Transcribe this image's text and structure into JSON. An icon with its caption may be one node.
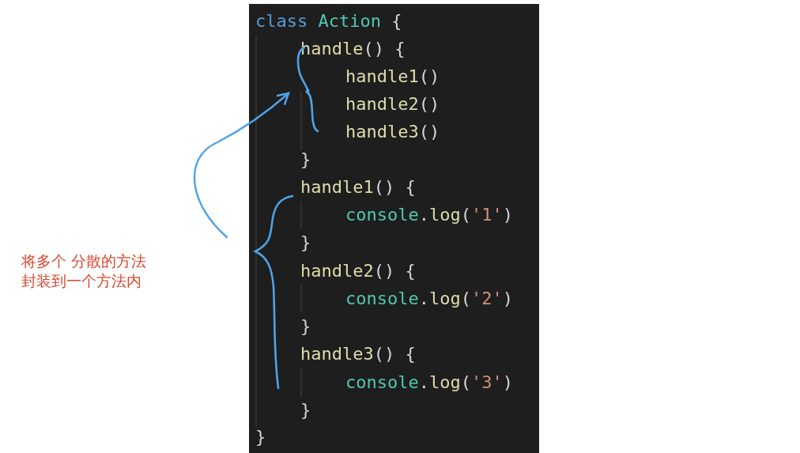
{
  "diagram": {
    "nodes": [
      {
        "text": [
          "class Action {",
          "handle() {",
          "handle1()",
          "handle2()",
          "handle3()",
          "}",
          "handle1() {",
          "console.log('1')",
          "}",
          "handle2() {",
          "console.log('2')",
          "}",
          "handle3() {",
          "console.log('3')",
          "}",
          "}"
        ]
      },
      {
        "text": [],
        "shape": "brace",
        "in": 0
      },
      {
        "text": [],
        "shape": "brace",
        "in": 0
      }
    ],
    "edges": [
      {
        "from": 2,
        "to": 1,
        "arrow": "to"
      }
    ],
    "labels": [
      "将多个 分散的方法封装到一个方法内"
    ]
  }
}
